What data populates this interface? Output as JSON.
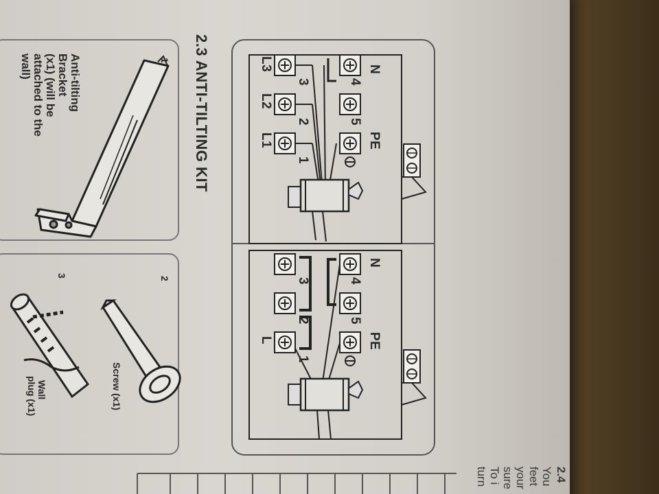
{
  "section": {
    "heading": "2.3 ANTI-TILTING KIT"
  },
  "parts": {
    "bracket_label": [
      "Anti-tilting",
      "Bracket",
      "(x1) (will be",
      "attached to the",
      "wall)"
    ],
    "screw_number": "2",
    "screw_label": "Screw (x1)",
    "plug_number": "3",
    "plug_label": [
      "Wall",
      "plug (x1)"
    ],
    "bracket_number": "1"
  },
  "wiring": {
    "three_phase": {
      "phase_labels": [
        "L3",
        "L2",
        "L1"
      ],
      "lower_numbers": [
        "3",
        "2",
        "1"
      ],
      "upper_numbers": [
        "4",
        "5"
      ],
      "neutral_label": "N",
      "earth_label": "PE"
    },
    "single_phase": {
      "phase_label": "L",
      "lower_numbers": [
        "3",
        "2",
        "1"
      ],
      "upper_numbers": [
        "4",
        "5"
      ],
      "neutral_label": "N",
      "earth_label": "PE"
    }
  },
  "next_section": {
    "number": "2.4",
    "lines": [
      "You",
      "feet",
      "your",
      "sure",
      "To i",
      "turn"
    ]
  }
}
